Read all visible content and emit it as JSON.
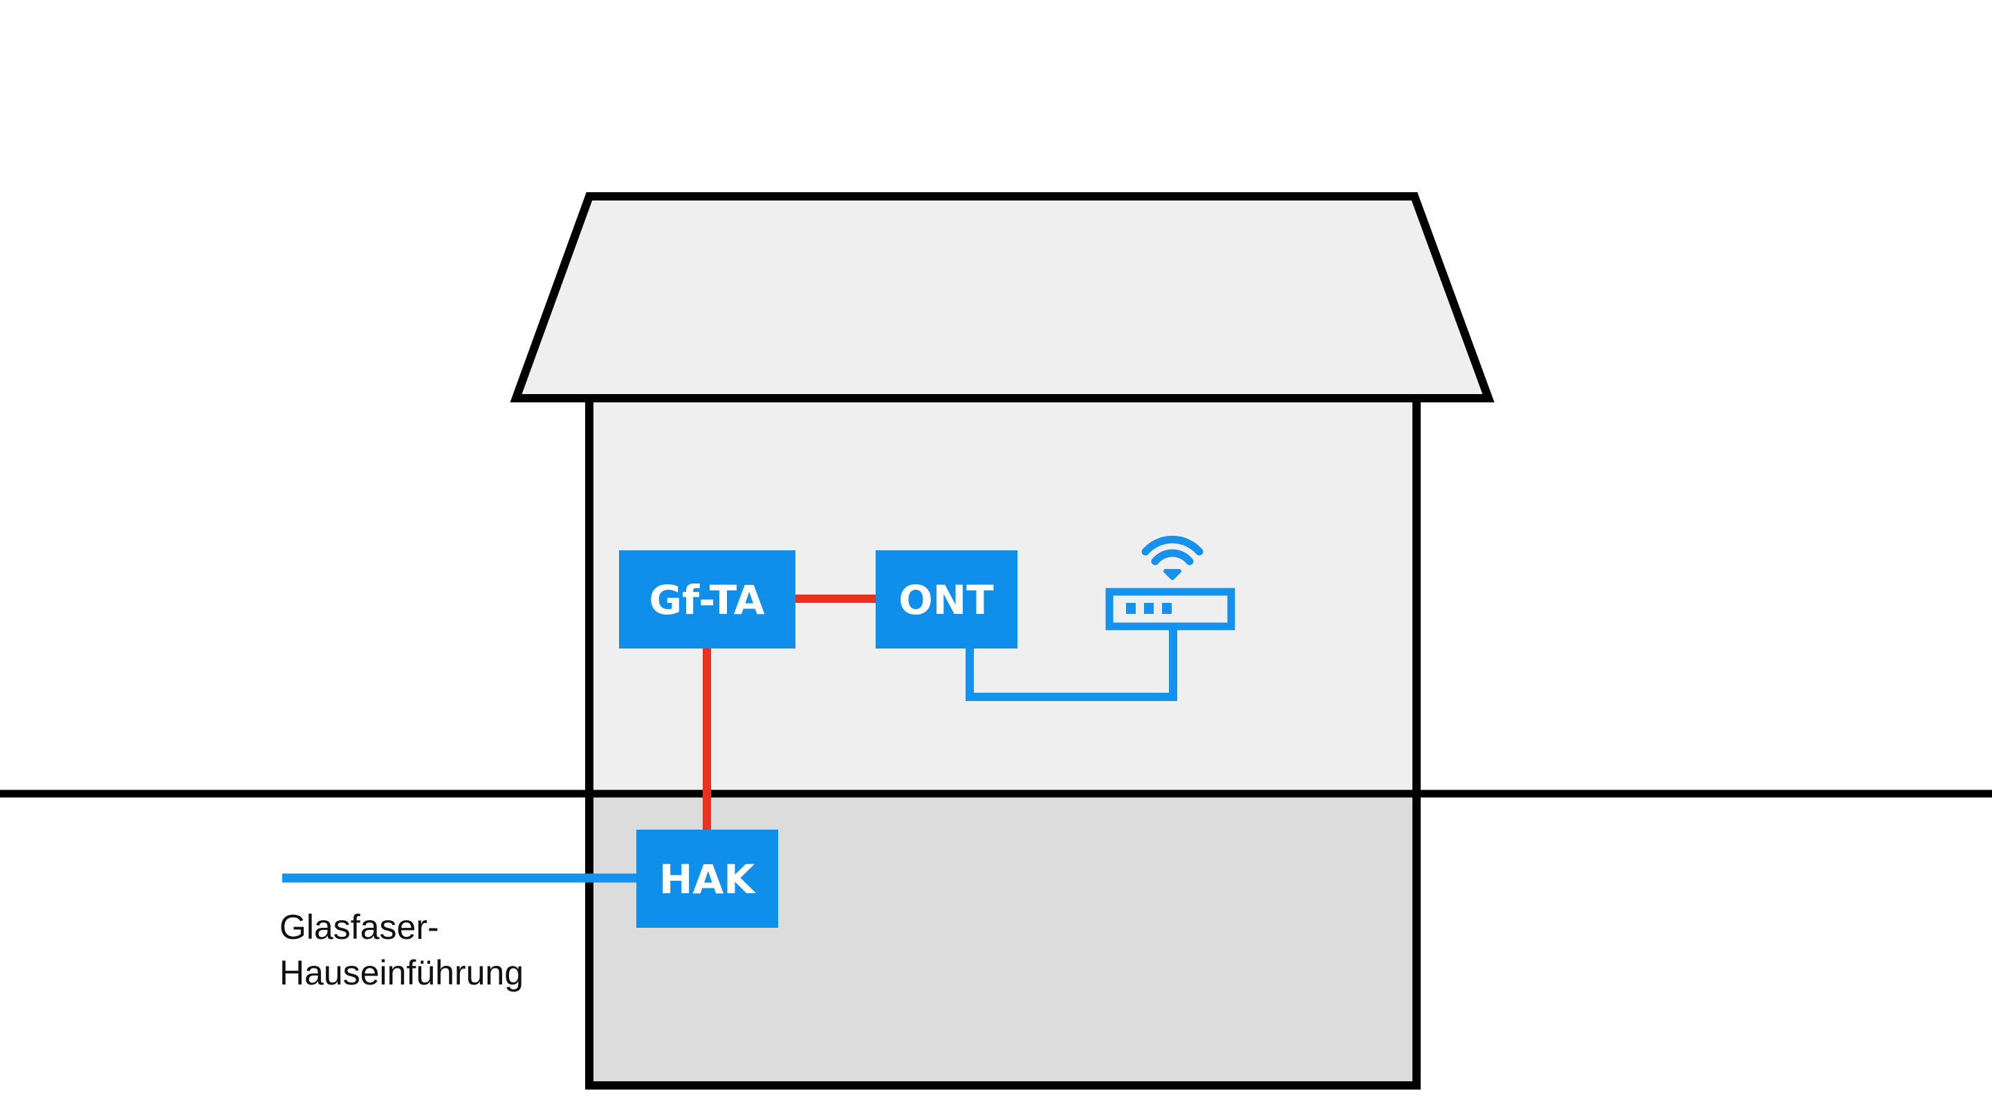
{
  "labels": {
    "gfta": "Gf-TA",
    "ont": "ONT",
    "hak": "HAK",
    "caption_line1": "Glasfaser-",
    "caption_line2": "Hauseinführung"
  },
  "colors": {
    "house_fill": "#efefef",
    "basement_fill": "#dcdcdc",
    "outline": "#000000",
    "box_blue": "#0f8fea",
    "fiber_red": "#e8321f",
    "cable_blue": "#1592ee"
  },
  "icons": {
    "router": "wifi-router-icon"
  }
}
